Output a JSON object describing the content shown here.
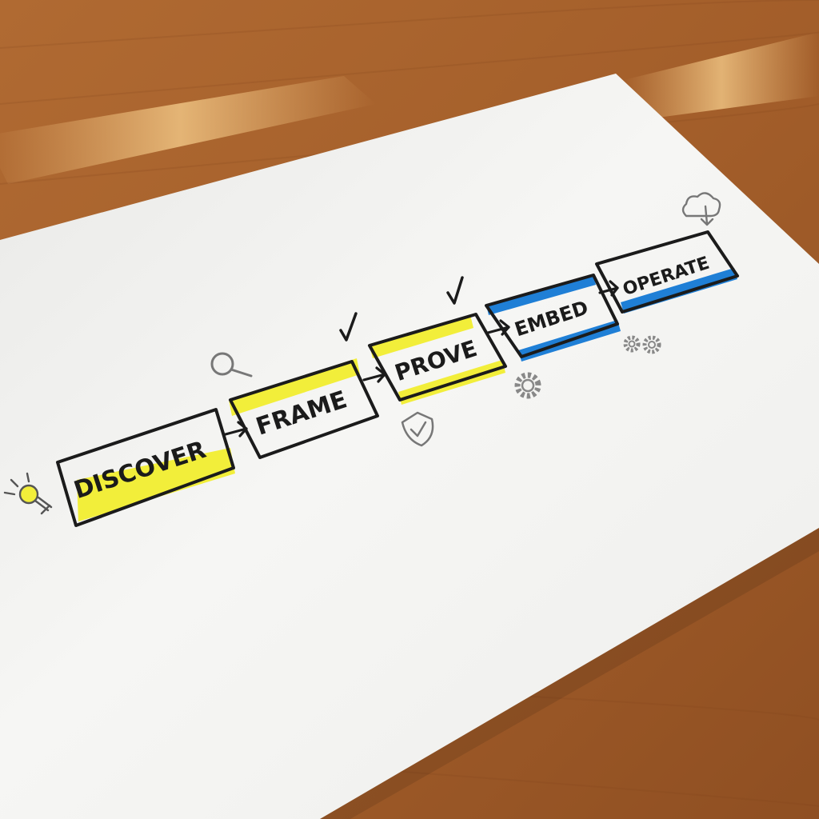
{
  "diagram": {
    "steps": [
      {
        "label": "DISCOVER",
        "highlight": "#f2ee3a",
        "icon": "lightbulb-icon"
      },
      {
        "label": "FRAME",
        "highlight": "#f2ee3a",
        "icon": "magnifier-icon"
      },
      {
        "label": "PROVE",
        "highlight": "#f2ee3a",
        "icon": "shield-check-icon"
      },
      {
        "label": "EMBED",
        "highlight": "#1f7fd6",
        "icon": "gear-icon"
      },
      {
        "label": "OPERATE",
        "highlight": "#1f7fd6",
        "icon": "cloud-download-icon"
      }
    ],
    "checkmarks_on": [
      "FRAME",
      "PROVE"
    ],
    "colors": {
      "ink": "#1b1b1b",
      "yellow_marker": "#f2ee3a",
      "blue_marker": "#1f7fd6",
      "paper": "#f4f4f2",
      "table": "#a8632e"
    }
  }
}
